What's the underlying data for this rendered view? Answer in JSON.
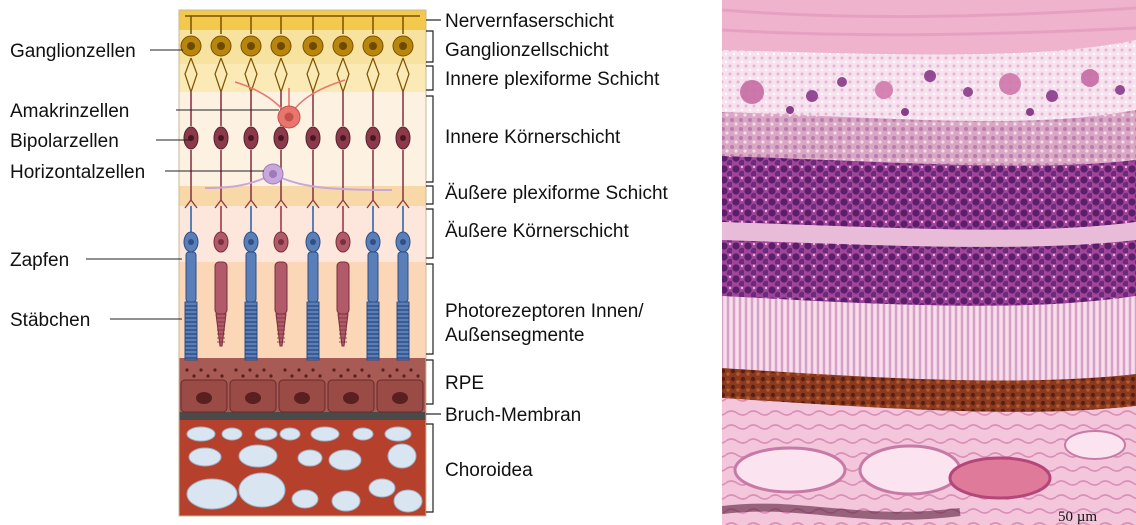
{
  "diagram": {
    "left_labels": {
      "ganglion": "Ganglionzellen",
      "amacrine": "Amakrinzellen",
      "bipolar": "Bipolarzellen",
      "horizontal": "Horizontalzellen",
      "cone": "Zapfen",
      "rod": "Stäbchen"
    },
    "layer_labels": {
      "nfl": "Nervernfaserschicht",
      "gcl": "Ganglionzellschicht",
      "ipl": "Innere plexiforme Schicht",
      "inl": "Innere Körnerschicht",
      "opl": "Äußere plexiforme Schicht",
      "onl": "Äußere Körnerschicht",
      "pr_line1": "Photorezeptoren Innen/",
      "pr_line2": "Außensegmente",
      "rpe": "RPE",
      "bruch": "Bruch-Membran",
      "choroid": "Choroidea"
    },
    "cell_types": {
      "photoreceptor_sequence": [
        "rod",
        "cone",
        "rod",
        "cone",
        "rod",
        "cone",
        "rod",
        "rod"
      ]
    }
  },
  "micrograph": {
    "scale_bar": "50 µm"
  },
  "colors": {
    "nfl": "#f2c94c",
    "ganglion_cell": "#b8860b",
    "bipolar_cell": "#8b3a4a",
    "amacrine_cell": "#e8766f",
    "horizontal_cell": "#c7a7dc",
    "rod": "#5a7fb8",
    "cone": "#b05a6a",
    "rpe": "#8b4a4a",
    "choroid": "#b5402c",
    "bruch": "#4a4a4a"
  }
}
